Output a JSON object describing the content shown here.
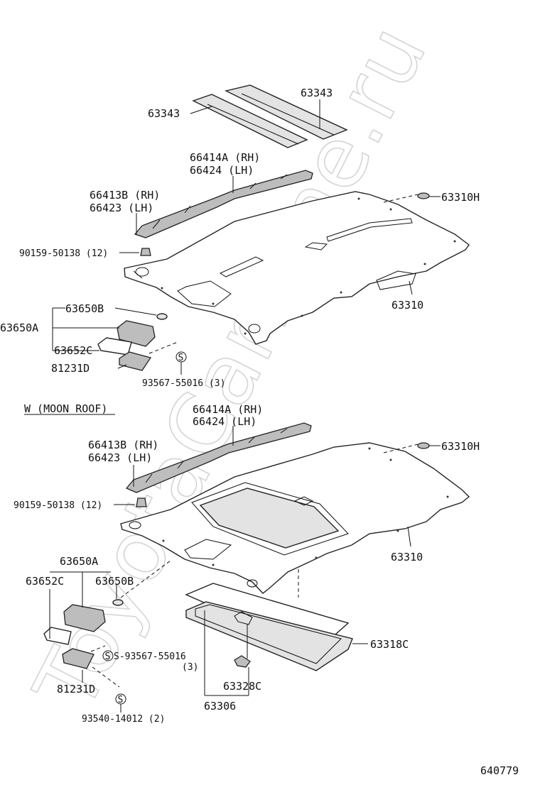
{
  "watermark": "ToyotaCarMine.ru",
  "section_moonroof": "W (MOON  ROOF)",
  "figure_code": "640779",
  "upper_labels": {
    "visor_left": "63343",
    "visor_right": "63343",
    "rail_rh_part": "66414A (RH)",
    "rail_lh_part": "66424  (LH)",
    "rail2_rh_part": "66413B (RH)",
    "rail2_lh_part": "66423  (LH)",
    "clip": "63310H",
    "clip_screw": "90159-50138 (12)",
    "headliner": "63310",
    "lamp_assy": "63650A",
    "lamp_lens": "63650B",
    "lamp_case": "63652C",
    "lamp_switch": "81231D",
    "screw": "93567-55016 (3)"
  },
  "lower_labels": {
    "rail_rh_part": "66414A (RH)",
    "rail_lh_part": "66424  (LH)",
    "rail2_rh_part": "66413B (RH)",
    "rail2_lh_part": "66423  (LH)",
    "clip": "63310H",
    "clip_screw": "90159-50138 (12)",
    "headliner": "63310",
    "lamp_assy": "63650A",
    "lamp_lens": "63650B",
    "lamp_case": "63652C",
    "screw": "S-93567-55016",
    "screw_qty": "(3)",
    "lamp_switch": "81231D",
    "screw2": "93540-14012 (2)",
    "trim": "63318C",
    "holder": "63328C",
    "panel": "63306"
  },
  "icons": {
    "screw_mark": "S"
  }
}
